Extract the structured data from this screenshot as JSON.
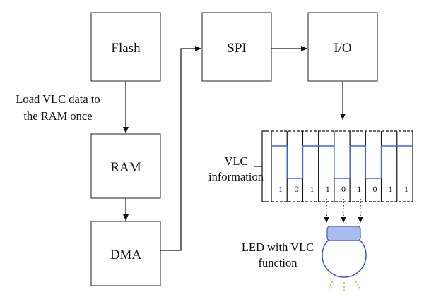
{
  "blocks": {
    "flash": "Flash",
    "spi": "SPI",
    "io": "I/O",
    "ram": "RAM",
    "dma": "DMA"
  },
  "annotations": {
    "load_line1": "Load VLC data to",
    "load_line2": "the RAM once",
    "vlc_info_line1": "VLC",
    "vlc_info_line2": "information",
    "led_line1": "LED with VLC",
    "led_line2": "function"
  },
  "signal": {
    "bits": [
      "1",
      "0",
      "1",
      "1",
      "0",
      "1",
      "0",
      "1",
      "1"
    ],
    "trace_color": "#4466cc"
  },
  "led": {
    "cap_fill": "#aabbee",
    "cap_stroke": "#4f68c2",
    "body_stroke": "#3f56b0",
    "ray_color": "#e3a03a"
  }
}
